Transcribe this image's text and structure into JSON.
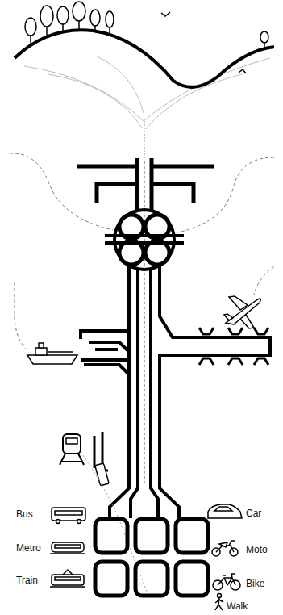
{
  "diagram": {
    "legend": [
      {
        "text": "Bus"
      },
      {
        "text": "Metro"
      },
      {
        "text": "Train"
      },
      {
        "text": "Car"
      },
      {
        "text": "Moto"
      },
      {
        "text": "Bike"
      },
      {
        "text": "Walk"
      }
    ]
  }
}
